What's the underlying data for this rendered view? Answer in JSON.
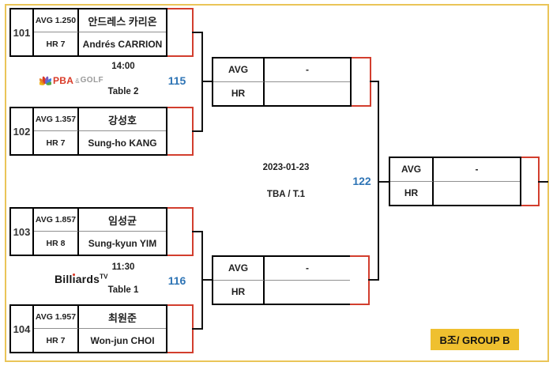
{
  "colors": {
    "frame_gold": "#EAC558",
    "badge_gold": "#EFC02F",
    "slot_red": "#D23E2E",
    "match_blue": "#2E74B5"
  },
  "players": [
    {
      "seed": "101",
      "avg": "AVG 1.250",
      "hr": "HR 7",
      "name_kr": "안드레스 카리온",
      "name_en": "Andrés CARRION"
    },
    {
      "seed": "102",
      "avg": "AVG 1.357",
      "hr": "HR 7",
      "name_kr": "강성호",
      "name_en": "Sung-ho KANG"
    },
    {
      "seed": "103",
      "avg": "AVG 1.857",
      "hr": "HR 8",
      "name_kr": "임성균",
      "name_en": "Sung-kyun YIM"
    },
    {
      "seed": "104",
      "avg": "AVG 1.957",
      "hr": "HR 7",
      "name_kr": "최원준",
      "name_en": "Won-jun CHOI"
    }
  ],
  "sessions": [
    {
      "match_no": "115",
      "time": "14:00",
      "table": "Table 2"
    },
    {
      "match_no": "116",
      "time": "11:30",
      "table": "Table 1"
    }
  ],
  "result_boxes": [
    {
      "avg_label": "AVG",
      "avg_value": "-",
      "hr_label": "HR",
      "hr_value": ""
    },
    {
      "avg_label": "AVG",
      "avg_value": "-",
      "hr_label": "HR",
      "hr_value": ""
    },
    {
      "avg_label": "AVG",
      "avg_value": "-",
      "hr_label": "HR",
      "hr_value": ""
    }
  ],
  "final": {
    "match_no": "122",
    "date": "2023-01-23",
    "venue": "TBA / T.1"
  },
  "group_badge": "B조/ GROUP B",
  "logos": {
    "pba_golf": {
      "pba": "PBA",
      "amp": "&",
      "golf": "GOLF"
    },
    "billiards": {
      "prefix": "Bill",
      "idot": "ı",
      "suffix": "ards",
      "tv": "TV"
    }
  }
}
